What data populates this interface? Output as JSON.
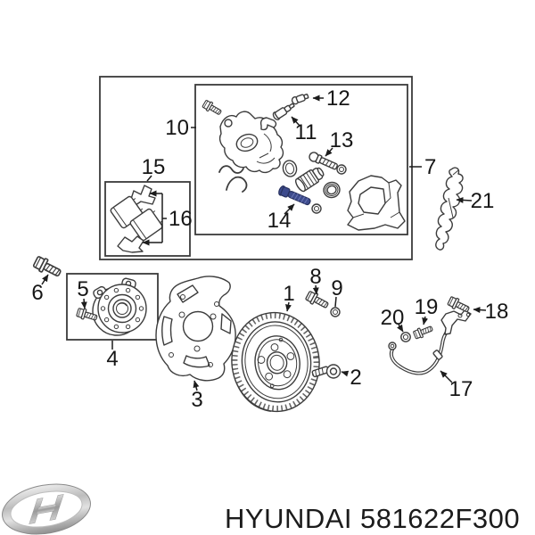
{
  "diagram": {
    "type": "exploded-parts-diagram",
    "line_color": "#3c3c3c",
    "label_color": "#161616",
    "highlight_color": "#3d4b8d",
    "highlighted_callout": "14",
    "callouts": [
      {
        "label": "1"
      },
      {
        "label": "2"
      },
      {
        "label": "3"
      },
      {
        "label": "4"
      },
      {
        "label": "5"
      },
      {
        "label": "6"
      },
      {
        "label": "7"
      },
      {
        "label": "8"
      },
      {
        "label": "9"
      },
      {
        "label": "10"
      },
      {
        "label": "11"
      },
      {
        "label": "12"
      },
      {
        "label": "13"
      },
      {
        "label": "14"
      },
      {
        "label": "15"
      },
      {
        "label": "16"
      },
      {
        "label": "17"
      },
      {
        "label": "18"
      },
      {
        "label": "19"
      },
      {
        "label": "20"
      },
      {
        "label": "21"
      }
    ]
  },
  "footer": {
    "brand": "HYUNDAI",
    "part_number": "581622F300",
    "logo_icon": "hyundai-logo",
    "logo_color": "#b9b9b9",
    "text_color": "#1b1b1b"
  }
}
